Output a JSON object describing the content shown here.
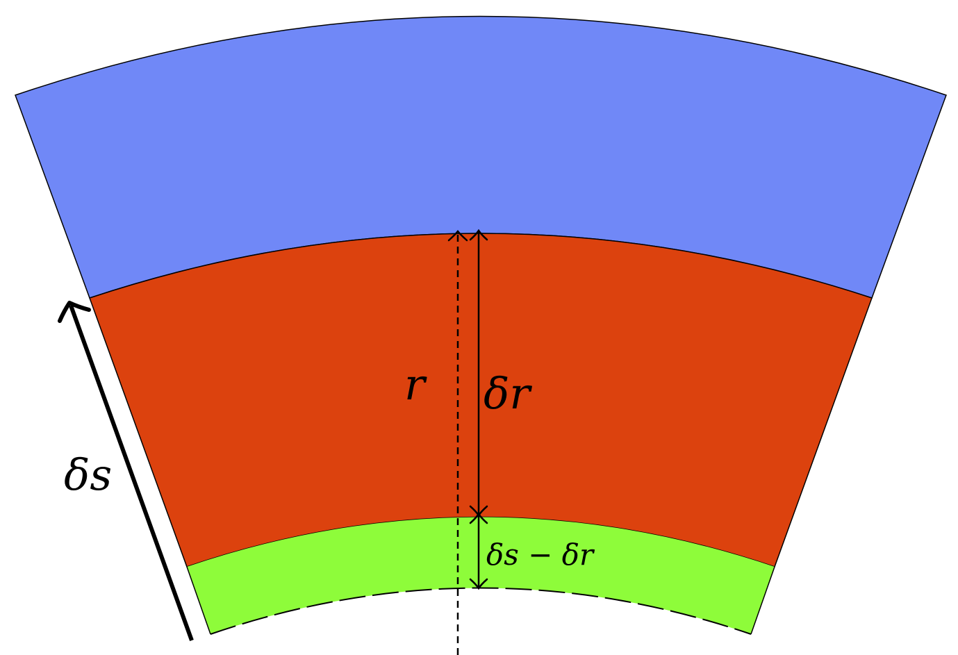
{
  "diagram": {
    "labels": {
      "r": "r",
      "delta_r": "δr",
      "delta_s": "δs",
      "delta_s_minus_delta_r": "δs − δr"
    },
    "colors": {
      "outer_band": "#7088f7",
      "middle_band": "#dc420e",
      "inner_band": "#8efc3a",
      "stroke": "#000000"
    }
  }
}
